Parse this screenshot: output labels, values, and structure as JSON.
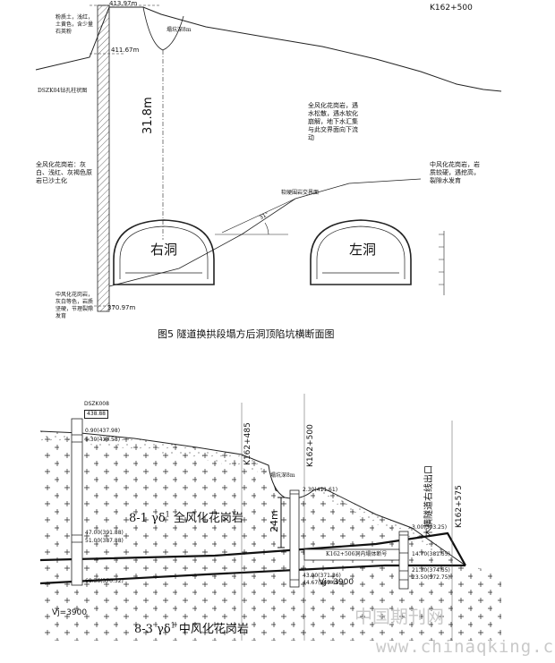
{
  "top": {
    "station": "K162+500",
    "elev_top": "413.97m",
    "elev_mid": "411.67m",
    "elev_bottom": "370.97m",
    "borehole": "DSZK04钻孔柱状图",
    "soil_note": "粉质土，浅红，土黄色，含少量石英粉",
    "rock_note_left": "全风化花岗岩：灰白、浅红、灰褐色原岩已沙土化",
    "bottom_note": "中风化花岗岩，灰白等色，岩质坚硬，节理裂隙发育",
    "collapse_label": "塌坑深8m",
    "depth": "31.8m",
    "rock_note_center": "全风化花岗岩，遇水松散，遇水软化崩解，地下水汇集与此交界面向下流动",
    "rock_note_right": "中风化花岗岩，岩质较硬，遇挖高，裂隙水发育",
    "interface_label": "软硬围岩交界面",
    "angle": "31°",
    "tunnel_right": "右洞",
    "tunnel_left": "左洞"
  },
  "caption_top": "图5 隧道换拱段塌方后洞顶陷坑横断面图",
  "bottom": {
    "borehole_id": "DSZK008",
    "borehole_elev": "438.88",
    "st_485": "K162+485",
    "st_500": "K162+500",
    "st_575": "K162+575",
    "exit_label": "木横隧道右线出口",
    "collapse_label": "塌坑深8m",
    "depth": "24m",
    "layer_upper": "8-1 γδ",
    "layer_upper_sup": "1",
    "layer_upper_name": "全风化花岗岩",
    "layer_lower": "8-3 γδ",
    "layer_lower_sup": "1",
    "layer_lower_name": "中风化花岗岩",
    "vj_left": "Vj=3900",
    "vj_mid": "Vj=3900",
    "depths_left": [
      "0.90(437.98)",
      "5.30(433.58)",
      "47.00(391.88)",
      "51.00(387.88)",
      "68.36(370.52)"
    ],
    "depths_mid": [
      "2.30(411.61)",
      "43.00(371.36)",
      "44.67(369.69)"
    ],
    "depths_right": [
      "3.00(393.25)",
      "14.70(381.55)",
      "21.30(374.55)",
      "23.50(372.75)"
    ],
    "wall_label": "K162+506洞内塌体断号"
  },
  "watermark_cn": "中国期刊网",
  "watermark_url": "www.chinaqking.com"
}
